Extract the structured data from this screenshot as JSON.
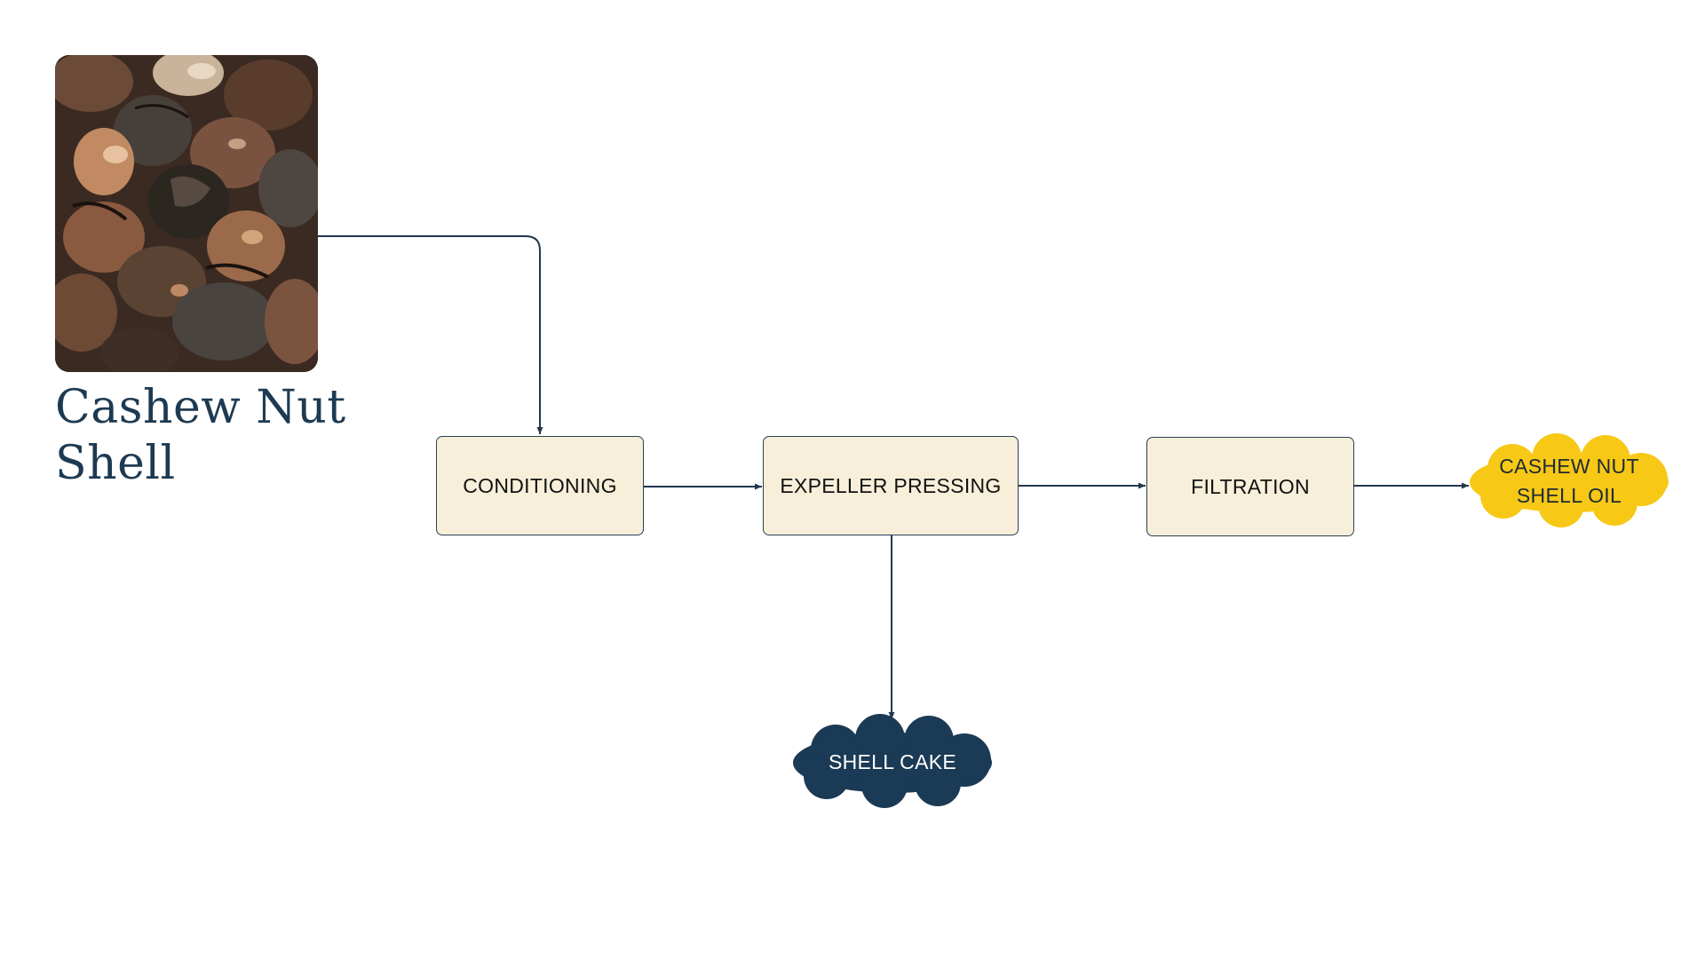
{
  "source": {
    "title": "Cashew Nut Shell",
    "image": "cashew-nut-shells-photo"
  },
  "steps": [
    {
      "label": "CONDITIONING"
    },
    {
      "label": "EXPELLER PRESSING"
    },
    {
      "label": "FILTRATION"
    }
  ],
  "outputs": {
    "main": {
      "label": "CASHEW NUT SHELL OIL",
      "color": "#f7c815"
    },
    "byproduct": {
      "label": "SHELL CAKE",
      "color": "#1b3a55"
    }
  },
  "colors": {
    "box_fill": "#f7efd9",
    "box_border": "#2b3f52",
    "connector": "#22384e",
    "title_text": "#1e3a52"
  }
}
